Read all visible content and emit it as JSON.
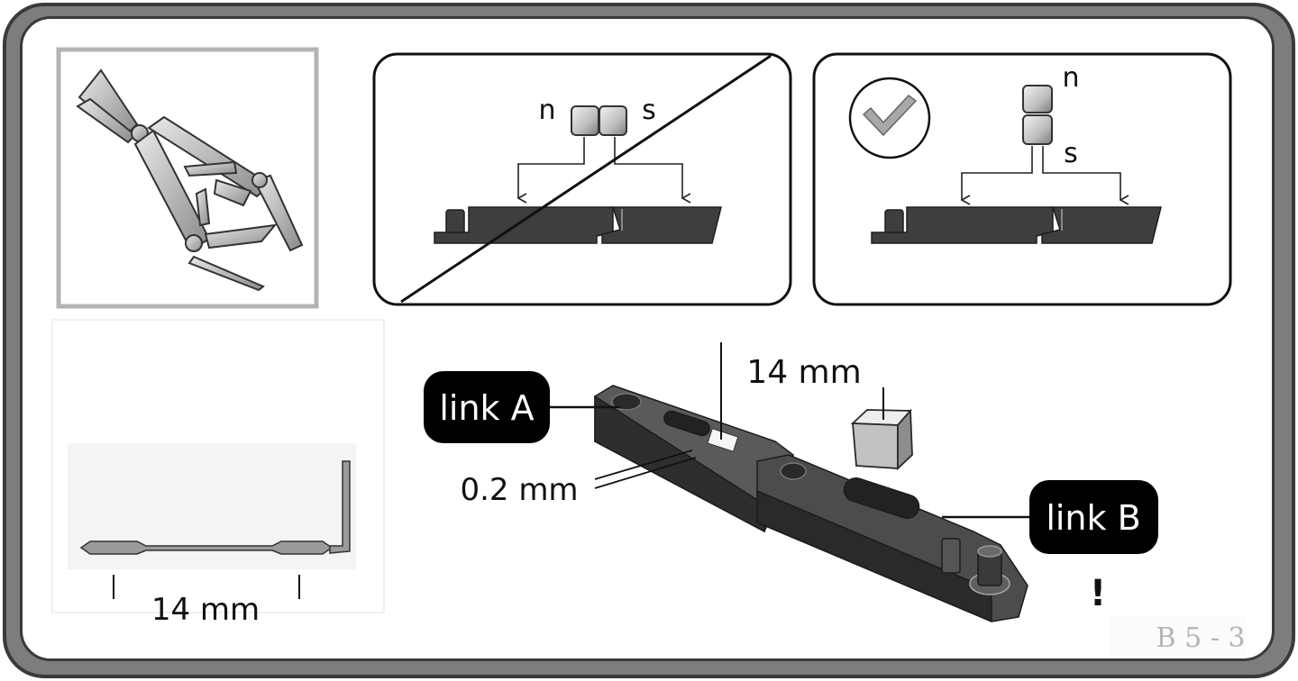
{
  "magnets": {
    "wrong": {
      "pole_left": "n",
      "pole_right": "s"
    },
    "right": {
      "pole_top": "n",
      "pole_bottom": "s"
    }
  },
  "wire": {
    "length_label": "14 mm"
  },
  "assembly": {
    "magnet_size_label": "14 mm",
    "gap_label": "0.2 mm",
    "link_a_label": "link A",
    "link_b_label": "link B",
    "warning_mark": "!"
  },
  "page_ref": "B 5 - 3",
  "colors": {
    "frame": "#7d7d7d",
    "part": "#3b3b3b",
    "tag": "#000000",
    "page_ref": "#b5b5b5"
  },
  "icons": [
    "multitool-icon",
    "checkmark-icon",
    "magnet-cube-icon"
  ]
}
